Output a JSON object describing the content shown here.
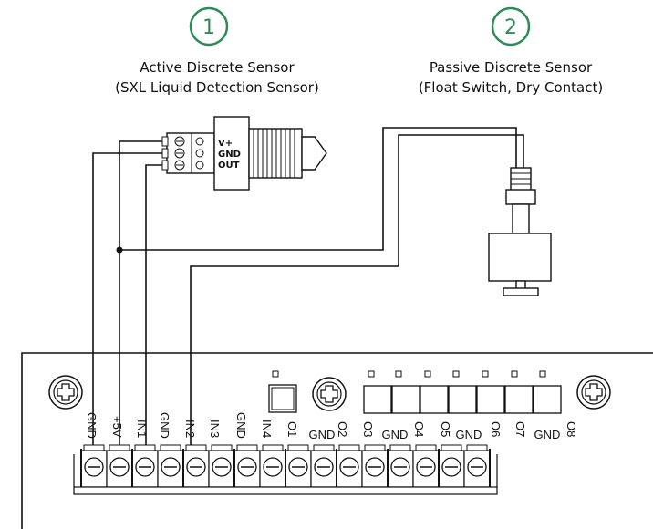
{
  "sensors": [
    {
      "number": "1",
      "title": "Active Discrete Sensor",
      "subtitle": "(SXL Liquid Detection Sensor)"
    },
    {
      "number": "2",
      "title": "Passive Discrete Sensor",
      "subtitle": "(Float Switch, Dry Contact)"
    }
  ],
  "sensor1_pins": [
    "V+",
    "GND",
    "OUT"
  ],
  "board_pins": [
    "GND",
    "+5V",
    "IN1",
    "GND",
    "IN2",
    "IN3",
    "GND",
    "IN4",
    "O1",
    "O2",
    "O3",
    "O4",
    "O5",
    "O6",
    "O7",
    "O8"
  ],
  "board_gnd_labels": [
    "GND",
    "GND",
    "GND",
    "GND"
  ],
  "colors": {
    "accent": "#2e8b57",
    "line": "#111111"
  }
}
